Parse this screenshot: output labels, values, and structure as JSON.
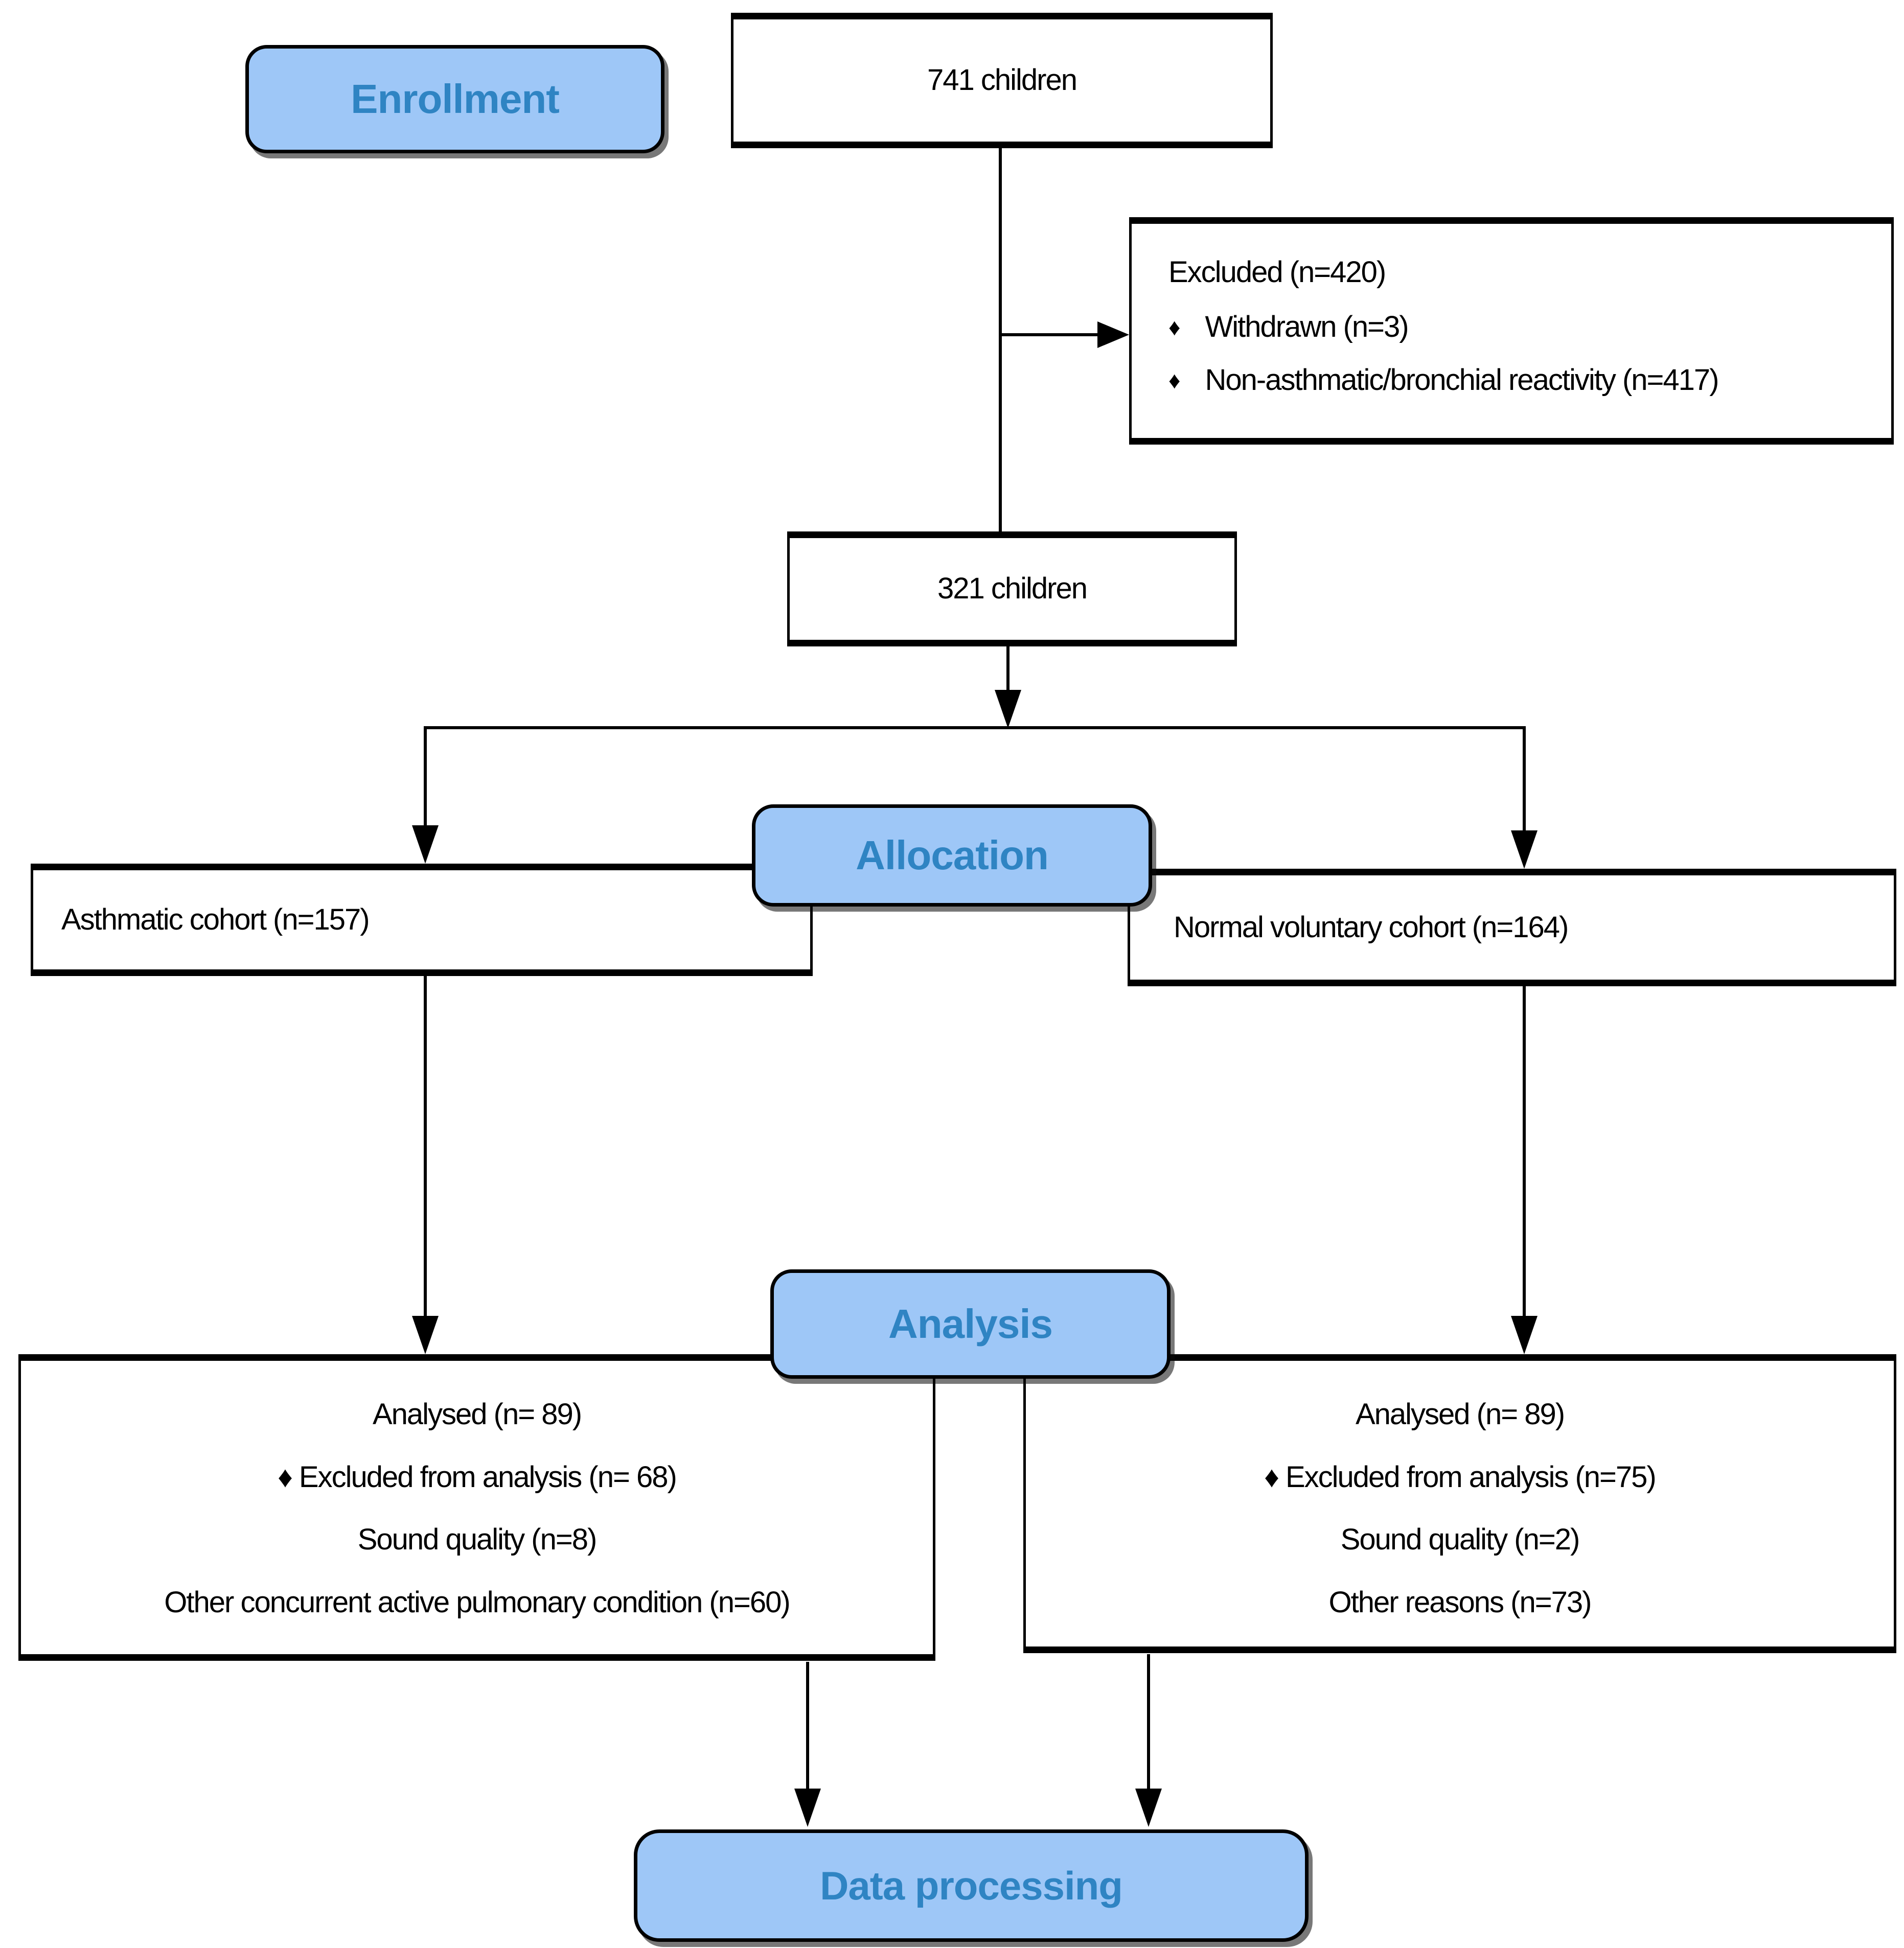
{
  "flowchart": {
    "stages": {
      "enrollment": "Enrollment",
      "allocation": "Allocation",
      "analysis": "Analysis",
      "data_processing": "Data processing"
    },
    "boxes": {
      "initial": "741 children",
      "excluded": {
        "title": "Excluded (n=420)",
        "bullet": "♦",
        "items": [
          "Withdrawn (n=3)",
          "Non-asthmatic/bronchial reactivity (n=417)"
        ]
      },
      "eligible": "321 children",
      "asthmatic_cohort": "Asthmatic cohort (n=157)",
      "normal_cohort": "Normal voluntary cohort (n=164)",
      "asthmatic_analysis": {
        "line1": "Analysed (n= 89)",
        "line2": "♦ Excluded from analysis (n= 68)",
        "line3": "Sound quality (n=8)",
        "line4": "Other concurrent active pulmonary condition (n=60)"
      },
      "normal_analysis": {
        "line1": "Analysed (n= 89)",
        "line2": "♦ Excluded from analysis (n=75)",
        "line3": "Sound quality (n=2)",
        "line4": "Other reasons (n=73)"
      }
    },
    "colors": {
      "stage_fill": "#9EC7F7",
      "stage_text": "#2F84C3",
      "line_color": "#000000"
    }
  }
}
